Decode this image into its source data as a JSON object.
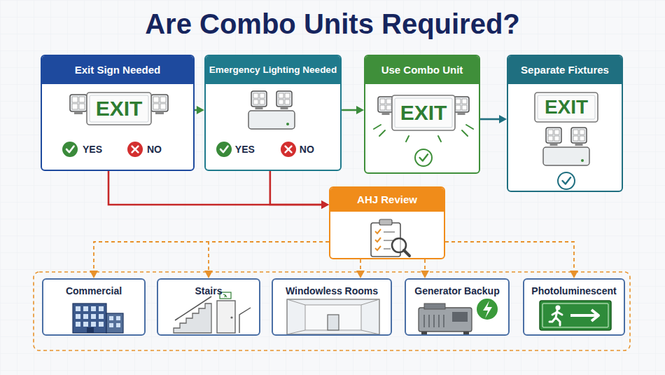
{
  "diagram": {
    "title": "Are Combo Units Required?",
    "nodes": [
      {
        "text": [
          "Exit Sign Needed",
          "EXIT",
          "YES",
          "NO"
        ]
      },
      {
        "text": [
          "Emergency Lighting Needed",
          "YES",
          "NO"
        ]
      },
      {
        "text": [
          "Use Combo Unit",
          "EXIT"
        ]
      },
      {
        "text": [
          "Separate Fixtures",
          "EXIT"
        ]
      },
      {
        "text": [
          "AHJ Review"
        ]
      },
      {
        "text": [
          "Commercial"
        ]
      },
      {
        "text": [
          "Stairs"
        ]
      },
      {
        "text": [
          "Windowless Rooms"
        ]
      },
      {
        "text": [
          "Generator Backup"
        ]
      },
      {
        "text": [
          "Photoluminescent"
        ]
      }
    ],
    "edges": [
      {
        "from": 0,
        "to": 1,
        "arrow": "to"
      },
      {
        "from": 1,
        "to": 2,
        "arrow": "to"
      },
      {
        "from": 2,
        "to": 3,
        "arrow": "to"
      },
      {
        "from": 0,
        "to": 4,
        "arrow": "to"
      },
      {
        "from": 1,
        "to": 4,
        "arrow": "to"
      },
      {
        "from": 4,
        "to": 5,
        "arrow": "to"
      },
      {
        "from": 4,
        "to": 6,
        "arrow": "to"
      },
      {
        "from": 4,
        "to": 7,
        "arrow": "to"
      },
      {
        "from": 4,
        "to": 8,
        "arrow": "to"
      },
      {
        "from": 4,
        "to": 9,
        "arrow": "to"
      }
    ]
  }
}
